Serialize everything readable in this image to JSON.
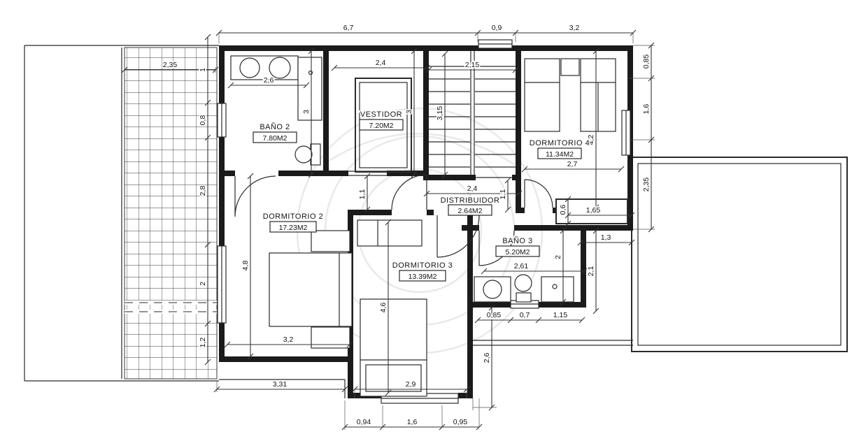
{
  "colors": {
    "line": "#1b1b1b",
    "background": "#ffffff"
  },
  "rooms": {
    "bano2": {
      "name": "BAÑO 2",
      "area": "7.80M2"
    },
    "vestidor": {
      "name": "VESTIDOR",
      "area": "7.20M2"
    },
    "dormitorio4": {
      "name": "DORMITORIO 4",
      "area": "11.34M2"
    },
    "dormitorio2": {
      "name": "DORMITORIO 2",
      "area": "17.23M2"
    },
    "distribuidor": {
      "name": "DISTRIBUIDOR",
      "area": "2.64M2"
    },
    "bano3": {
      "name": "BAÑO 3",
      "area": "5.20M2"
    },
    "dormitorio3": {
      "name": "DORMITORIO 3",
      "area": "13.39M2"
    }
  },
  "dims": {
    "top_total": "6,7",
    "top_stair": "0,9",
    "top_right": "3,2",
    "terrace_width": "2,35",
    "bano2_sink": "2,6",
    "bano2_depth": "3",
    "vestidor_width": "2,4",
    "vestidor_depth": "3",
    "stairs_width": "2,15",
    "stairs_depth": "3,15",
    "left_chain": [
      "1",
      "0,8",
      "2,8",
      "2",
      "1,2"
    ],
    "hall_width": "2,4",
    "hall_left_depth": "1,1",
    "hall_right_depth": "1,1",
    "dorm4_width": "2,7",
    "dorm4_depth": "4,2",
    "right_chain": [
      "0,85",
      "1,6",
      "2,35"
    ],
    "closet_depth": "0,6",
    "closet_width": "1,65",
    "terrace2_offset": "1,3",
    "bano3_width": "2,61",
    "bano3_depth_left": "2",
    "bano3_depth_right": "2,1",
    "bano3_bottom_chain": [
      "0,85",
      "0,7",
      "1,15"
    ],
    "dorm2_depth": "4,8",
    "dorm2_width": "3,2",
    "dorm3_depth": "4,6",
    "dorm3_width": "2,9",
    "porch_width": "3,31",
    "right_drop": "2,6",
    "bottom_chain": [
      "0,94",
      "1,6",
      "0,95"
    ]
  }
}
